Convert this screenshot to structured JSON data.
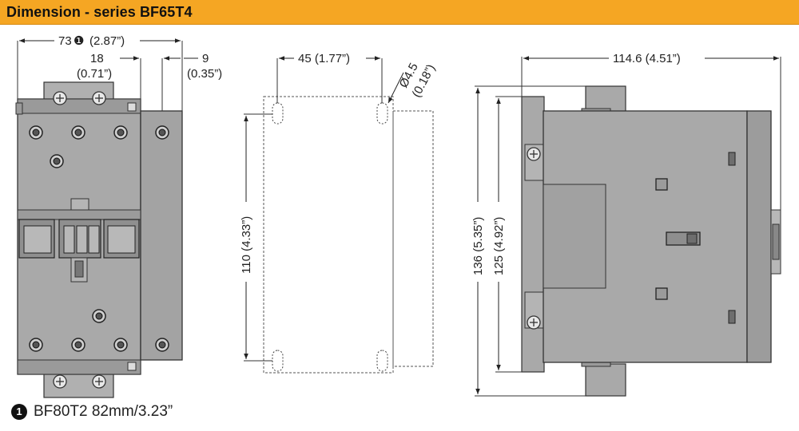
{
  "header": {
    "title": "Dimension - series BF65T4"
  },
  "front_view": {
    "overall_width": "73",
    "overall_width_inch": "(2.87”)",
    "footnote_marker": "❶",
    "aux_width": "18",
    "aux_width_inch": "(0.71”)",
    "side_width": "9",
    "side_width_inch": "(0.35”)"
  },
  "mounting_view": {
    "hole_spacing": "45 (1.77”)",
    "hole_diameter": "Ø4.5",
    "hole_diameter_inch": "(0.18”)",
    "vertical_spacing": "110 (4.33”)"
  },
  "side_view": {
    "depth": "114.6 (4.51”)",
    "overall_height": "136 (5.35”)",
    "body_height": "125 (4.92”)"
  },
  "footnote": {
    "marker": "❶",
    "text": "BF80T2 82mm/3.23”"
  },
  "colors": {
    "header_bg": "#f5a623",
    "body_gray": "#a9a9a9",
    "dark_gray": "#8c8c8c",
    "light_gray": "#d3d3d3"
  }
}
